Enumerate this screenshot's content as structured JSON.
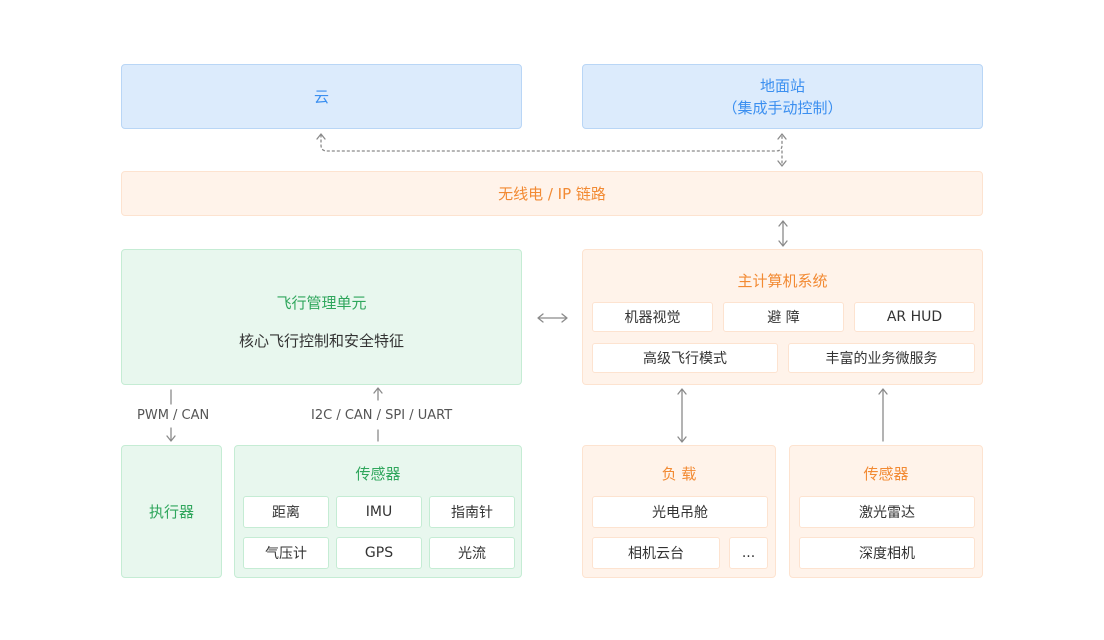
{
  "cloud": {
    "label": "云"
  },
  "ground_station": {
    "line1": "地面站",
    "line2": "（集成手动控制）"
  },
  "radio_link": {
    "label": "无线电 / IP 链路"
  },
  "fmu": {
    "title": "飞行管理单元",
    "subtitle": "核心飞行控制和安全特征"
  },
  "companion": {
    "title": "主计算机系统",
    "row1": [
      "机器视觉",
      "避 障",
      "AR HUD"
    ],
    "row2": [
      "高级飞行模式",
      "丰富的业务微服务"
    ]
  },
  "connections": {
    "fmu_to_actuators": "PWM / CAN",
    "sensors_to_fmu": "I2C / CAN / SPI / UART"
  },
  "actuators": {
    "label": "执行器"
  },
  "sensors": {
    "title": "传感器",
    "items": [
      "距离",
      "IMU",
      "指南针",
      "气压计",
      "GPS",
      "光流"
    ]
  },
  "payload": {
    "title": "负 载",
    "items": [
      "光电吊舱",
      "相机云台",
      "..."
    ]
  },
  "companion_sensors": {
    "title": "传感器",
    "items": [
      "激光雷达",
      "深度相机"
    ]
  },
  "colors": {
    "blue": "#3b8ff0",
    "orange": "#f28a33",
    "green": "#2fa65c",
    "arrow": "#8a8a8a"
  }
}
